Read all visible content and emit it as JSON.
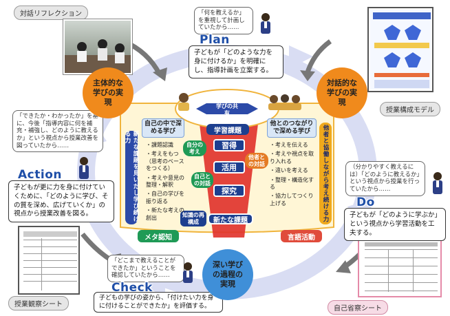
{
  "tags": {
    "reflection": "対話リフレクション",
    "lesson_model": "授業構成モデル",
    "observation_sheet": "授業観察シート",
    "self_sheet": "自己省察シート"
  },
  "plan": {
    "bubble": "「何を教えるか」を重視して計画していたから……",
    "title": "Plan",
    "text": "子どもが「どのような力を身に付けるか」を明確にし、指導計画を立案する。"
  },
  "do": {
    "bubble": "（分かりやすく教えるには）「どのように教えるか」という視点から授業を行っていたから……",
    "title": "Do",
    "text": "子どもが「どのように学ぶか」という視点から学習活動を工夫する。"
  },
  "check": {
    "bubble": "「どこまで教えることができたか」ということを確認していたから……",
    "title": "Check",
    "text": "子どもの学びの姿から、「付けたい力を身に付けることができたか」を評価する。"
  },
  "action": {
    "bubble": "「できたか・わかったか」を基に、今後「指導内容に何を補充・補強し、どのように教えるか」という視点から授業改善を図っていたから……",
    "title": "Action",
    "text": "子どもが更に力を身に付けていくために、「どのように学び、その質を深め、広げていくか」の視点から授業改善を図る。"
  },
  "circles": {
    "proactive": "主体的な学びの実現",
    "dialogic": "対話的な学びの実現",
    "deep": "深い学びの過程の実現"
  },
  "center": {
    "shared": "学びの共有",
    "self_deep": "自己の中で深める学び",
    "others_deep": "他とのつながりで深める学び",
    "task": "学習課題",
    "acquire": "習得",
    "use": "活用",
    "explore": "探究",
    "new_task": "新たな課題",
    "own_idea": "自分の考え",
    "dialogue_self": "自己との対話",
    "dialogue_others": "他者との対話",
    "restructure": "知識の再構成",
    "left_bar": "新たな課題を見いだし学び続ける力",
    "right_bar": "他者と協働しながら考え続ける力",
    "meta": "メタ認知",
    "language": "言語活動"
  },
  "left_list": [
    "・課題認識",
    "・考えをもつ（思考のベースをつくる）",
    "・考えや意見の整理・解釈",
    "・自己の学びを振り返る",
    "・新たな考えの創出"
  ],
  "right_list": [
    "・考えを伝える",
    "・考えや視点を取り入れる",
    "・違いを考える",
    "・整理・構造化する",
    "・協力してつくり上げる"
  ],
  "colors": {
    "plan_blue": "#1f4fa8",
    "orange": "#f08a1c",
    "green": "#2e9b3a",
    "navy": "#1d3f8f",
    "cycle": "#d9ddf3"
  }
}
